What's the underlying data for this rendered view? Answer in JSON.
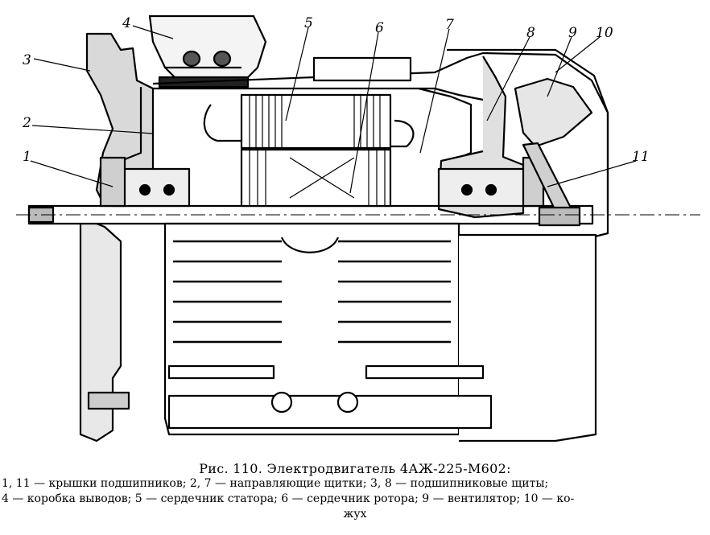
{
  "callouts": [
    "1",
    "2",
    "3",
    "4",
    "5",
    "6",
    "7",
    "8",
    "9",
    "10",
    "11"
  ],
  "caption": {
    "title": "Рис. 110. Электродвигатель 4АЖ-225-М602:",
    "line1": "1, 11 — крышки подшипников; 2, 7 — направляющие щитки; 3, 8 — подшипниковые щиты;",
    "line2": "4 — коробка выводов; 5 — сердечник статора; 6 — сердечник ротора; 9 — вентилятор; 10 — ко-",
    "line3": "жух"
  }
}
